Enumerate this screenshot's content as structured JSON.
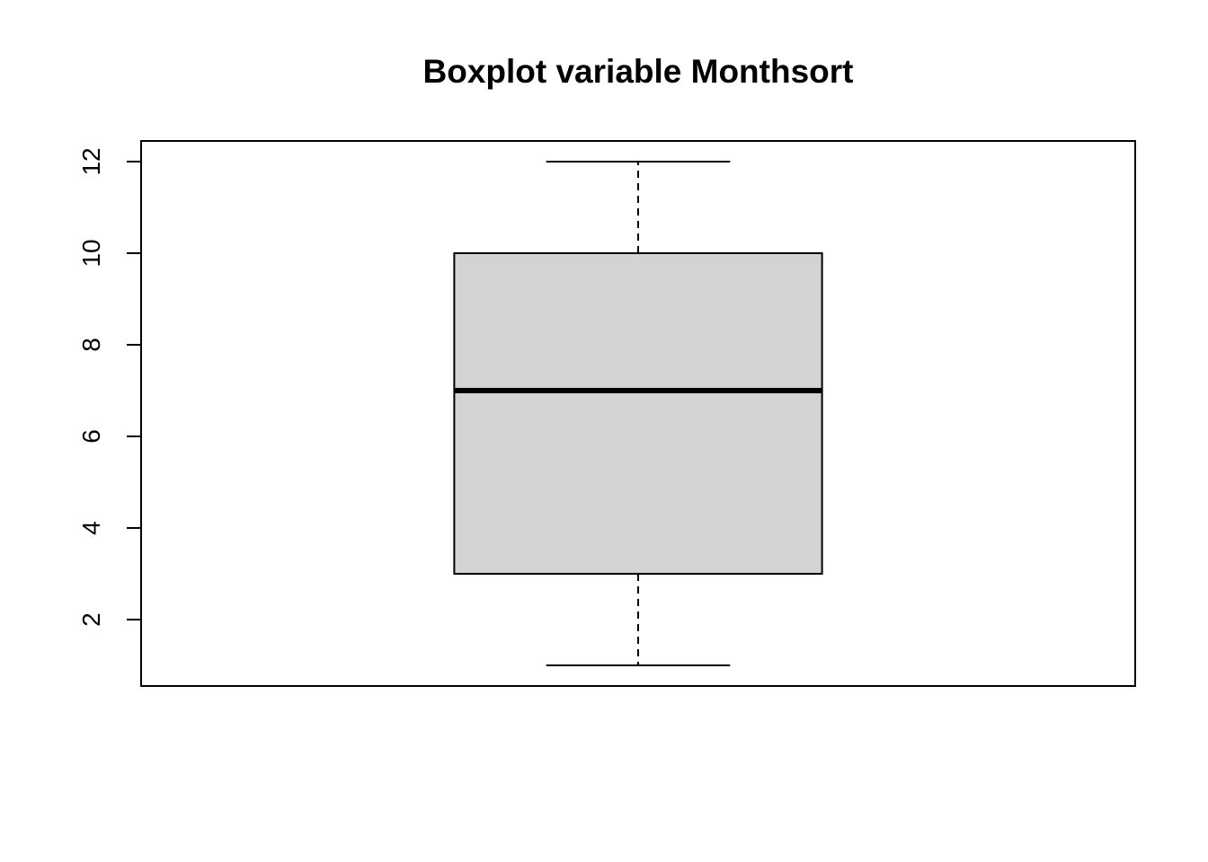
{
  "chart_data": {
    "type": "boxplot",
    "title": "Boxplot variable Monthsort",
    "xlabel": "",
    "ylabel": "",
    "ylim": [
      0.55,
      12.45
    ],
    "y_ticks": [
      2,
      4,
      6,
      8,
      10,
      12
    ],
    "y_tick_labels": [
      "2",
      "4",
      "6",
      "8",
      "10",
      "12"
    ],
    "boxes": [
      {
        "min": 1,
        "q1": 3,
        "median": 7,
        "q3": 10,
        "max": 12
      }
    ],
    "grid": false,
    "legend": "none",
    "colors": {
      "box_fill": "#d3d3d3",
      "stroke": "#000000",
      "background": "#ffffff"
    }
  }
}
